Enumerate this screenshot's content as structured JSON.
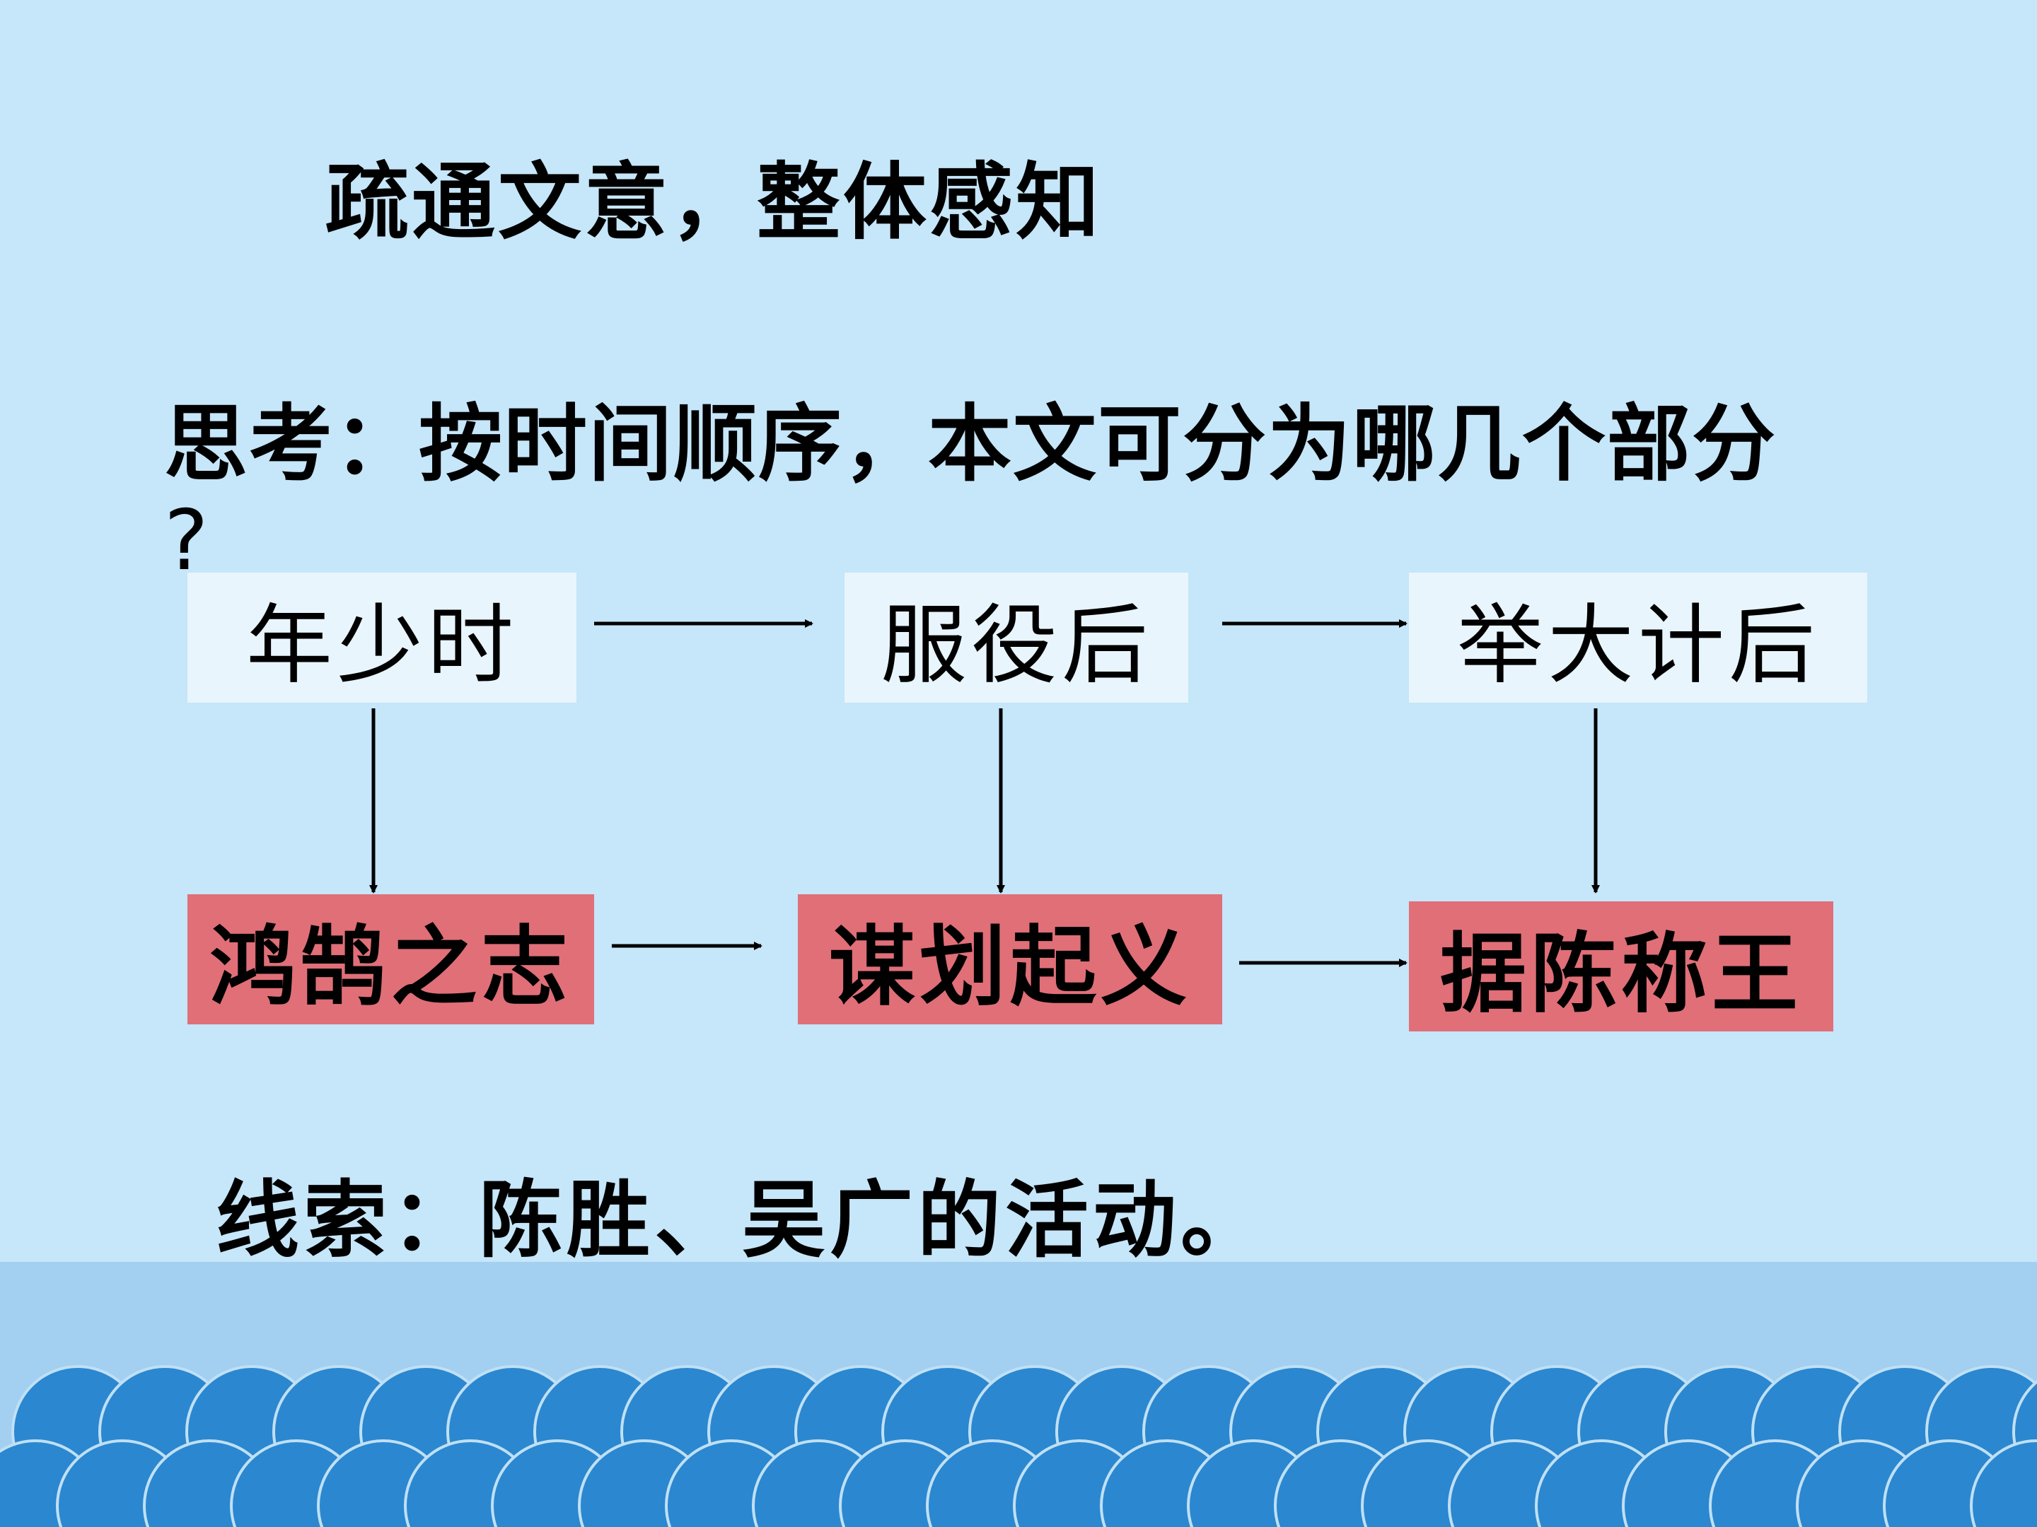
{
  "title": "疏通文意，整体感知",
  "question": {
    "line1": "思考：按时间顺序，本文可分为哪几个部分",
    "line2": "?"
  },
  "diagram": {
    "stages": [
      {
        "label": "年少时",
        "event": "鸿鹄之志"
      },
      {
        "label": "服役后",
        "event": "谋划起义"
      },
      {
        "label": "举大计后",
        "event": "据陈称王"
      }
    ]
  },
  "clue": "线索：陈胜、吴广的活动。",
  "colors": {
    "background": "#c6e6f9",
    "stage_box": "#e8f5fc",
    "event_box": "#e06f78",
    "wave": "#2b87cf",
    "sea": "#a3cff0"
  }
}
